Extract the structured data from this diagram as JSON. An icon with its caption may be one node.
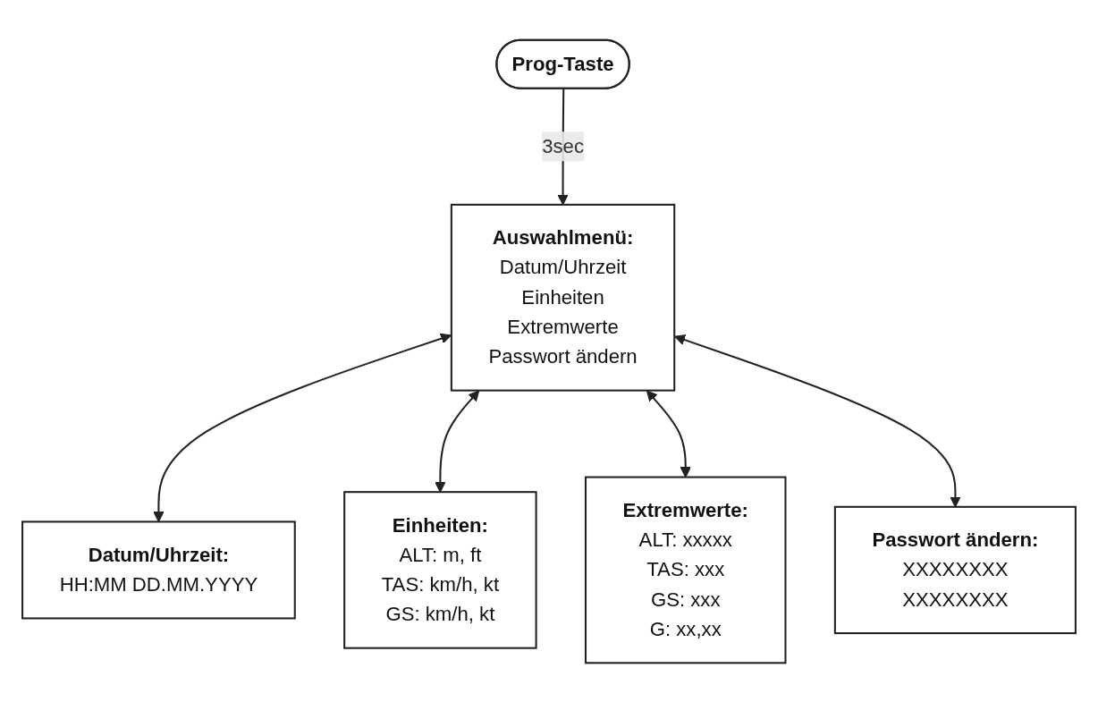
{
  "diagram": {
    "nodes": [
      {
        "text": [
          "Prog-Taste"
        ]
      },
      {
        "text": [
          "Auswahlmenü:",
          "Datum/Uhrzeit",
          "Einheiten",
          "Extremwerte",
          "Passwort ändern"
        ]
      },
      {
        "text": [
          "Datum/Uhrzeit:",
          "HH:MM DD.MM.YYYY"
        ]
      },
      {
        "text": [
          "Einheiten:",
          "ALT: m, ft",
          "TAS: km/h, kt",
          "GS: km/h, kt"
        ]
      },
      {
        "text": [
          "Extremwerte:",
          "ALT: xxxxx",
          "TAS: xxx",
          "GS: xxx",
          "G: xx,xx"
        ]
      },
      {
        "text": [
          "Passwort ändern:",
          "XXXXXXXX",
          "XXXXXXXX"
        ]
      }
    ],
    "edges": [
      {
        "from": 0,
        "to": 1,
        "arrow": "to",
        "label": "3sec"
      },
      {
        "from": 1,
        "to": 2,
        "arrow": "both"
      },
      {
        "from": 1,
        "to": 3,
        "arrow": "both"
      },
      {
        "from": 1,
        "to": 4,
        "arrow": "both"
      },
      {
        "from": 1,
        "to": 5,
        "arrow": "both"
      }
    ]
  }
}
